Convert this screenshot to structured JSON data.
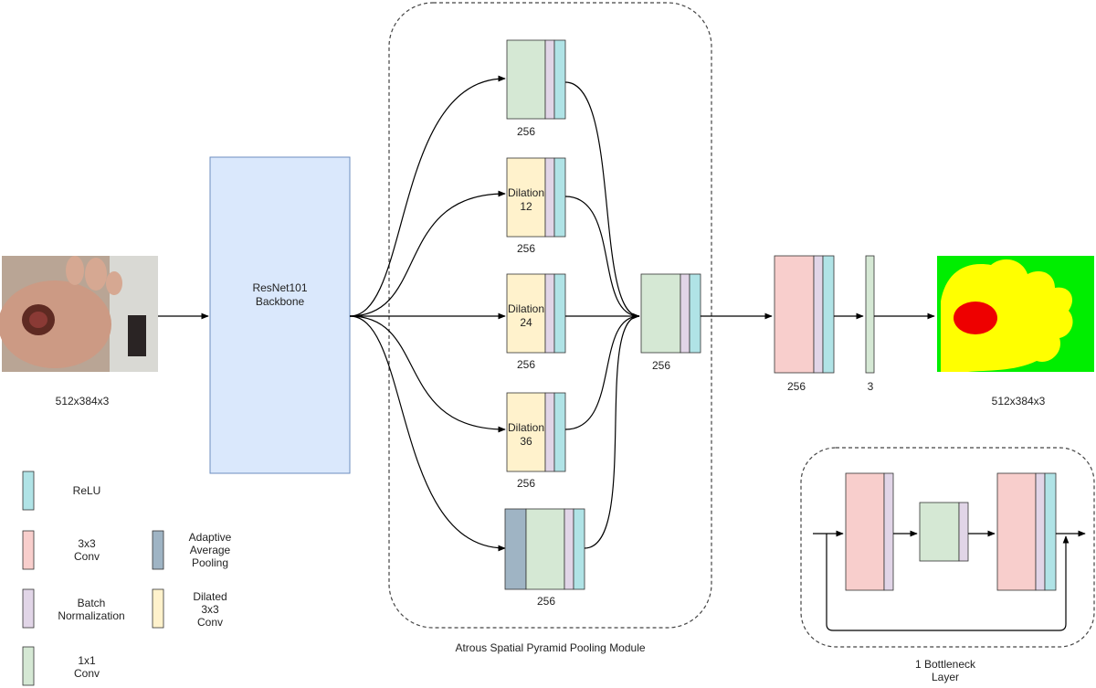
{
  "colors": {
    "conv1x1": "#d5e8d4",
    "conv3x3": "#f8cecc",
    "batchnorm": "#e1d5e7",
    "relu": "#b0e3e6",
    "dilated": "#fff2cc",
    "adaptive_pool": "#9fb4c4",
    "backbone": "#dae8fc",
    "stroke": "#333333",
    "seg_background": "#00ee00",
    "seg_foot": "#ffff00",
    "seg_wound": "#ee0000"
  },
  "input": {
    "size_label": "512x384x3",
    "image": "photo of foot with wound"
  },
  "backbone": {
    "label": "ResNet101\nBackbone"
  },
  "aspp": {
    "module_label": "Atrous Spatial Pyramid Pooling Module",
    "branches": [
      {
        "type": "conv1x1",
        "text": "",
        "channels": "256"
      },
      {
        "type": "dilated",
        "text": "Dilation\n12",
        "channels": "256"
      },
      {
        "type": "dilated",
        "text": "Dilation\n24",
        "channels": "256"
      },
      {
        "type": "dilated",
        "text": "Dilation\n36",
        "channels": "256"
      },
      {
        "type": "pooling",
        "text": "",
        "channels": "256"
      }
    ],
    "merge_channels": "256"
  },
  "head": {
    "conv3x3_channels": "256",
    "classifier_channels": "3"
  },
  "output": {
    "size_label": "512x384x3",
    "image": "segmentation mask"
  },
  "legend": {
    "relu": "ReLU",
    "conv3x3": "3x3\nConv",
    "batchnorm": "Batch\nNormalization",
    "conv1x1": "1x1\nConv",
    "adaptive_pool": "Adaptive\nAverage\nPooling",
    "dilated": "Dilated\n3x3\nConv"
  },
  "bottleneck": {
    "label": "1 Bottleneck\nLayer"
  }
}
